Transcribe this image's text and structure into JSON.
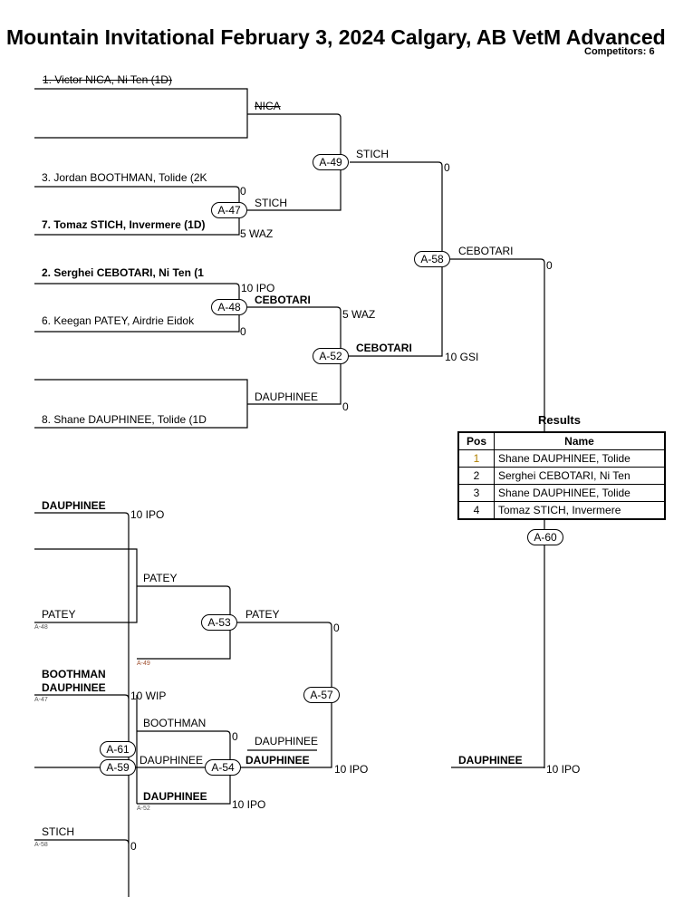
{
  "header": {
    "title": "Mountain Invitational  February 3, 2024  Calgary, AB   VetM Advanced",
    "competitors": "Competitors: 6"
  },
  "top": {
    "e1": "1. Victor NICA, Ni Ten (1D)",
    "e3": "3. Jordan BOOTHMAN, Tolide (2K",
    "e7": "7. Tomaz STICH, Invermere (1D)",
    "e2": "2. Serghei CEBOTARI, Ni Ten (1",
    "e6": "6. Keegan PATEY, Airdrie Eidok",
    "e8": "8. Shane DAUPHINEE, Tolide (1D",
    "w_nica": "NICA",
    "w47": "STICH",
    "w49": "STICH",
    "w48": "CEBOTARI",
    "w_dau": "DAUPHINEE",
    "w52": "CEBOTARI",
    "w58": "CEBOTARI",
    "s49": "0",
    "s3": "0",
    "s7": "5 WAZ",
    "s2": "10 IPO",
    "s6": "0",
    "s48": "5 WAZ",
    "s_dau": "0",
    "s52": "10 GSI",
    "s58": "0",
    "m49": "A-49",
    "m47": "A-47",
    "m58": "A-58",
    "m48": "A-48",
    "m52": "A-52"
  },
  "bottom": {
    "l1": "DAUPHINEE",
    "s1": "10 IPO",
    "l2": "PATEY",
    "r2": "A-48",
    "w_patey1": "PATEY",
    "r49": "A-49",
    "w53": "PATEY",
    "s53": "0",
    "m53": "A-53",
    "l3a": "DAUPHINEE",
    "l3b": "BOOTHMAN",
    "r47": "A-47",
    "s3": "10 WIP",
    "m57": "A-57",
    "w_boot": "BOOTHMAN",
    "s_boot": "0",
    "m61": "A-61",
    "m59": "A-59",
    "w_dau1": "DAUPHINEE",
    "m54": "A-54",
    "w_dau2": "DAUPHINEE",
    "w_dau3": "DAUPHINEE",
    "s54": "10 IPO",
    "w_dau4": "DAUPHINEE",
    "r52": "A-52",
    "s_dau4": "10 IPO",
    "l5": "STICH",
    "r58": "A-58",
    "s5": "0",
    "final": "DAUPHINEE",
    "s_final": "10 IPO",
    "m60": "A-60"
  },
  "results": {
    "title": "Results",
    "headers": [
      "Pos",
      "Name"
    ],
    "rows": [
      [
        "1",
        "Shane DAUPHINEE, Tolide"
      ],
      [
        "2",
        "Serghei CEBOTARI, Ni Ten"
      ],
      [
        "3",
        "Shane DAUPHINEE, Tolide"
      ],
      [
        "4",
        "Tomaz STICH, Invermere"
      ]
    ]
  }
}
